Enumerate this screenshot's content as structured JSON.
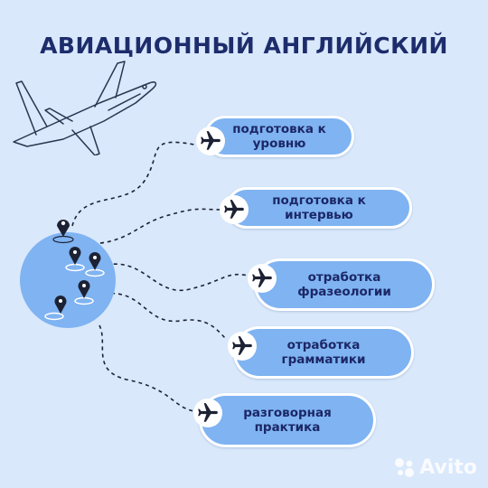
{
  "title": "АВИАЦИОННЫЙ АНГЛИЙСКИЙ",
  "items": [
    {
      "label": "подготовка к уровню"
    },
    {
      "label": "подготовка к интервью"
    },
    {
      "label": "отработка фразеологии"
    },
    {
      "label": "отработка грамматики"
    },
    {
      "label": "разговорная практика"
    }
  ],
  "watermark": "Avito",
  "colors": {
    "background": "#d9e8fb",
    "pill": "#7fb3f2",
    "title": "#1d2c6b",
    "globe": "#7fb3f2"
  }
}
